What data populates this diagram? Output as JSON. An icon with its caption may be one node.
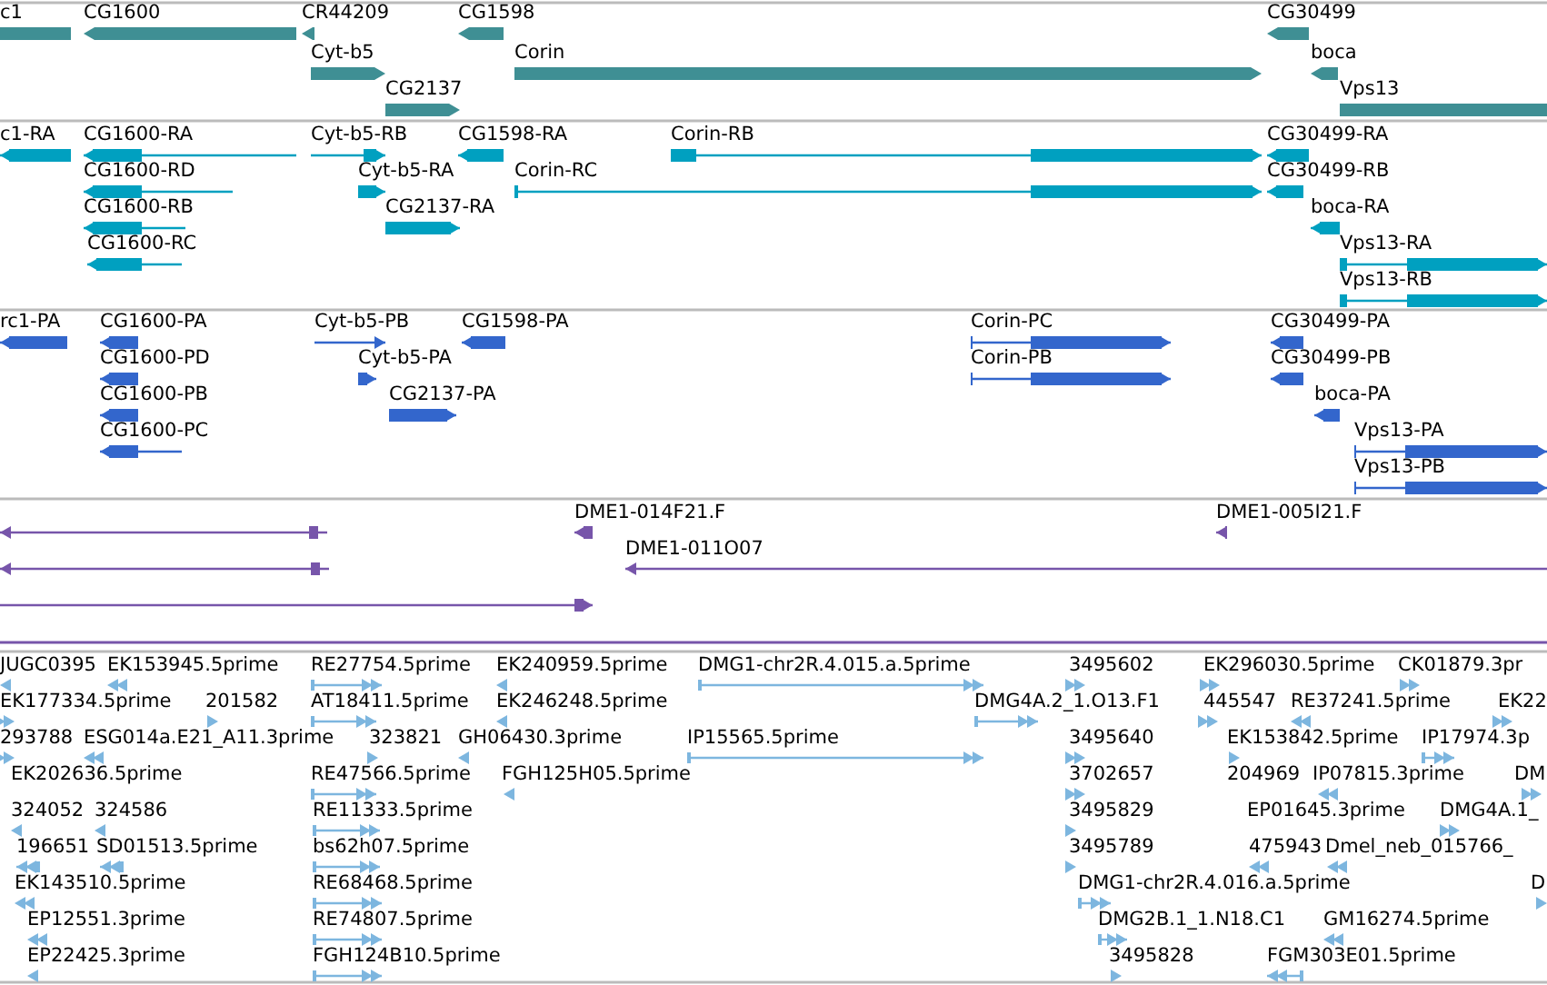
{
  "diagram": {
    "labels": [
      "c1",
      "CG1600",
      "CR44209",
      "CG1598",
      "CG30499",
      "Cyt-b5",
      "Corin",
      "boca",
      "CG2137",
      "Vps13",
      "c1-RA",
      "CG1600-RA",
      "Cyt-b5-RB",
      "CG1598-RA",
      "Corin-RB",
      "CG30499-RA",
      "CG1600-RD",
      "Cyt-b5-RA",
      "Corin-RC",
      "CG30499-RB",
      "CG1600-RB",
      "CG2137-RA",
      "boca-RA",
      "CG1600-RC",
      "Vps13-RA",
      "Vps13-RB",
      "rc1-PA",
      "CG1600-PA",
      "Cyt-b5-PB",
      "CG1598-PA",
      "Corin-PC",
      "CG30499-PA",
      "CG1600-PD",
      "Cyt-b5-PA",
      "Corin-PB",
      "CG30499-PB",
      "CG1600-PB",
      "CG2137-PA",
      "boca-PA",
      "CG1600-PC",
      "Vps13-PA",
      "Vps13-PB",
      "DME1-014F21.F",
      "DME1-005I21.F",
      "DME1-011O07",
      "JUGC0395",
      "EK153945.5prime",
      "RE27754.5prime",
      "EK240959.5prime",
      "DMG1-chr2R.4.015.a.5prime",
      "3495602",
      "EK296030.5prime",
      "CK01879.3pr",
      "EK177334.5prime",
      "201582",
      "AT18411.5prime",
      "EK246248.5prime",
      "DMG4A.2_1.O13.F1",
      "445547",
      "RE37241.5prime",
      "EK22",
      "293788",
      "ESG014a.E21_A11.3prime",
      "323821",
      "GH06430.3prime",
      "IP15565.5prime",
      "3495640",
      "EK153842.5prime",
      "IP17974.3p",
      "EK202636.5prime",
      "RE47566.5prime",
      "FGH125H05.5prime",
      "3702657",
      "204969",
      "IP07815.3prime",
      "DM",
      "324052",
      "324586",
      "RE11333.5prime",
      "3495829",
      "EP01645.3prime",
      "DMG4A.1_",
      "196651",
      "SD01513.5prime",
      "bs62h07.5prime",
      "3495789",
      "475943",
      "Dmel_neb_015766_",
      "EK143510.5prime",
      "RE68468.5prime",
      "DMG1-chr2R.4.016.a.5prime",
      "D",
      "EP12551.3prime",
      "RE74807.5prime",
      "DMG2B.1_1.N18.C1",
      "GM16274.5prime",
      "EP22425.3prime",
      "FGH124B10.5prime",
      "3495828",
      "FGM303E01.5prime"
    ]
  }
}
